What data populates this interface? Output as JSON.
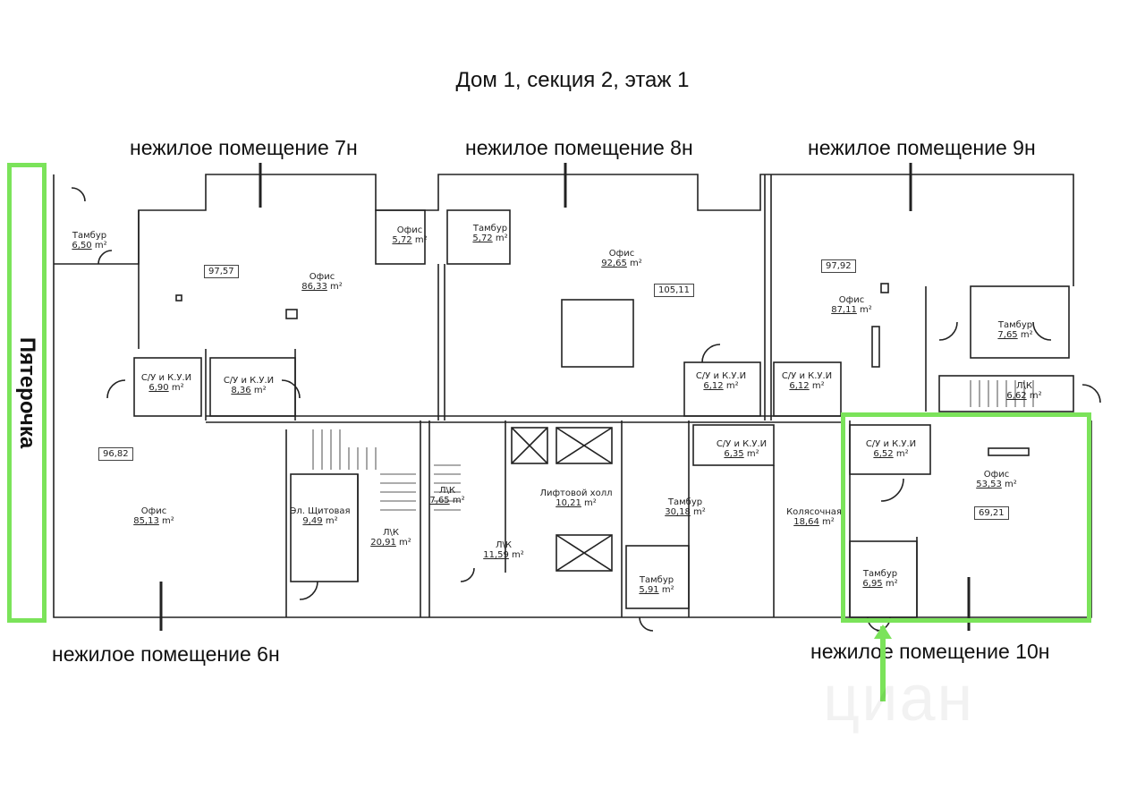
{
  "title": "Дом 1, секция 2, этаж 1",
  "units": [
    {
      "id": "6n",
      "label": "нежилое помещение 6н"
    },
    {
      "id": "7n",
      "label": "нежилое помещение 7н"
    },
    {
      "id": "8n",
      "label": "нежилое помещение 8н"
    },
    {
      "id": "9n",
      "label": "нежилое помещение 9н"
    },
    {
      "id": "10n",
      "label": "нежилое помещение 10н"
    }
  ],
  "neighbor": {
    "label": "Пятерочка"
  },
  "highlight_color": "#7be35a",
  "rooms": [
    {
      "name": "Тамбур",
      "area": "6,50",
      "unit": "m²"
    },
    {
      "name": "Офис",
      "area": "86,33",
      "unit": "m²"
    },
    {
      "name": "Офис",
      "area": "5,72",
      "unit": "m²"
    },
    {
      "name": "Тамбур",
      "area": "5,72",
      "unit": "m²"
    },
    {
      "name": "Офис",
      "area": "92,65",
      "unit": "m²"
    },
    {
      "name": "Офис",
      "area": "87,11",
      "unit": "m²"
    },
    {
      "name": "Тамбур",
      "area": "7,65",
      "unit": "m²"
    },
    {
      "name": "Л\\К",
      "area": "6,62",
      "unit": "m²"
    },
    {
      "name": "С/У и К.У.И",
      "area": "6,90",
      "unit": "m²"
    },
    {
      "name": "С/У и К.У.И",
      "area": "8,36",
      "unit": "m²"
    },
    {
      "name": "С/У и К.У.И",
      "area": "6,12",
      "unit": "m²"
    },
    {
      "name": "С/У и К.У.И",
      "area": "6,12",
      "unit": "m²"
    },
    {
      "name": "Офис",
      "area": "85,13",
      "unit": "m²"
    },
    {
      "name": "Эл. Щитовая",
      "area": "9,49",
      "unit": "m²"
    },
    {
      "name": "Л\\К",
      "area": "20,91",
      "unit": "m²"
    },
    {
      "name": "Л\\К",
      "area": "7,65",
      "unit": "m²"
    },
    {
      "name": "Л\\К",
      "area": "11,59",
      "unit": "m²"
    },
    {
      "name": "Лифтовой холл",
      "area": "10,21",
      "unit": "m²"
    },
    {
      "name": "Тамбур",
      "area": "30,18",
      "unit": "m²"
    },
    {
      "name": "Тамбур",
      "area": "5,91",
      "unit": "m²"
    },
    {
      "name": "С/У и К.У.И",
      "area": "6,35",
      "unit": "m²"
    },
    {
      "name": "Колясочная",
      "area": "18,64",
      "unit": "m²"
    },
    {
      "name": "С/У и К.У.И",
      "area": "6,52",
      "unit": "m²"
    },
    {
      "name": "Офис",
      "area": "53,53",
      "unit": "m²"
    },
    {
      "name": "Тамбур",
      "area": "6,95",
      "unit": "m²"
    }
  ],
  "totals": [
    {
      "unit": "7н",
      "value": "97,57"
    },
    {
      "unit": "8н",
      "value": "105,11"
    },
    {
      "unit": "9н",
      "value": "97,92"
    },
    {
      "unit": "6н",
      "value": "96,82"
    },
    {
      "unit": "10н",
      "value": "69,21"
    }
  ],
  "watermark": "циан"
}
